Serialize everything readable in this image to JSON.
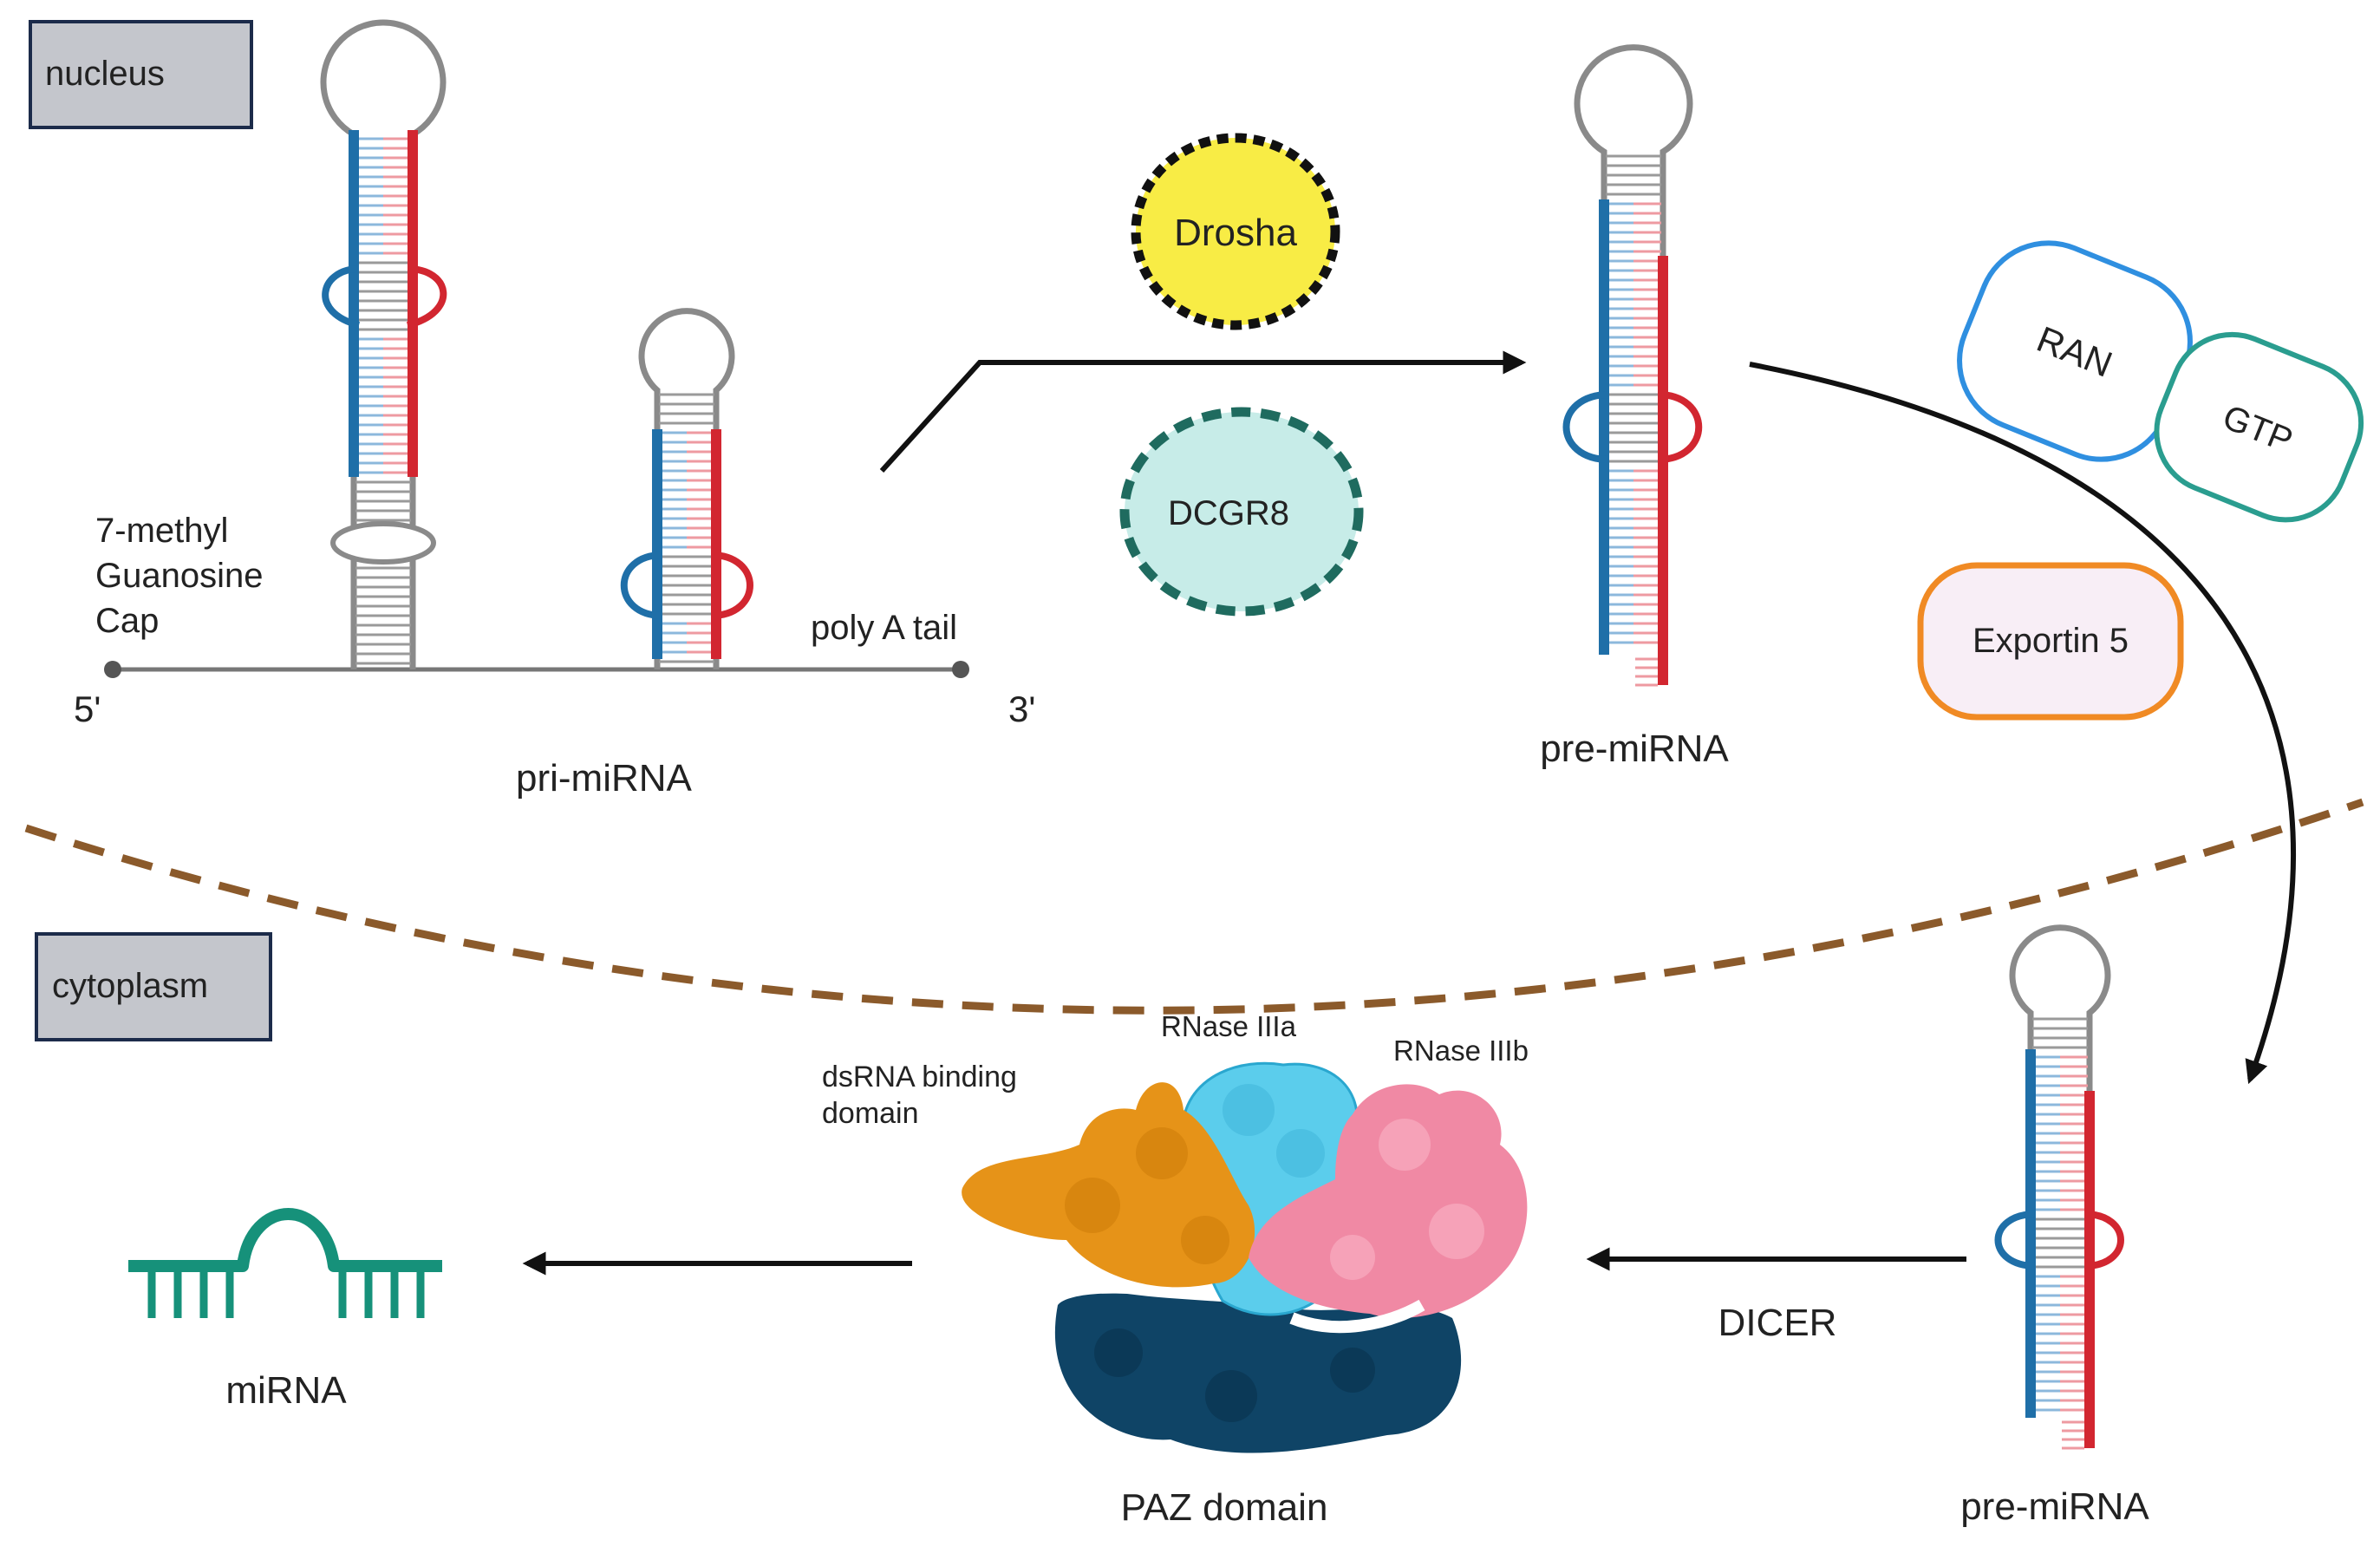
{
  "labels": {
    "nucleus": "nucleus",
    "cytoplasm": "cytoplasm",
    "cap_line1": "7-methyl",
    "cap_line2": "Guanosine",
    "cap_line3": "Cap",
    "poly_a": "poly A tail",
    "five_prime": "5'",
    "three_prime": "3'",
    "pri_mirna": "pri-miRNA",
    "drosha": "Drosha",
    "dcgr8": "DCGR8",
    "pre_mirna_top": "pre-miRNA",
    "ran": "RAN",
    "gtp": "GTP",
    "exportin": "Exportin 5",
    "pre_mirna_bottom": "pre-miRNA",
    "dicer": "DICER",
    "rnase3a": "RNase IIIa",
    "rnase3b": "RNase IIIb",
    "dsrna_line1": "dsRNA binding",
    "dsrna_line2": "domain",
    "paz": "PAZ domain",
    "mirna": "miRNA"
  },
  "colors": {
    "strand_blue": "#1f6fa8",
    "strand_red": "#d22630",
    "strand_gray": "#8a8a8a",
    "drosha_fill": "#f8ec45",
    "dcgr8_fill": "#c7ece8",
    "dcgr8_border": "#1f6b5f",
    "ran_border": "#2f8fe0",
    "gtp_border": "#2a9d8f",
    "exportin_border": "#f08a24",
    "exportin_fill": "#f8eef6",
    "membrane": "#8b5a2b",
    "dsrna_domain": "#e69318",
    "rnase3a": "#5bcdec",
    "rnase3b": "#f089a4",
    "paz": "#0f4466",
    "mirna": "#16917a",
    "label_box": "#c4c6cc",
    "label_box_border": "#1c2b4a"
  }
}
